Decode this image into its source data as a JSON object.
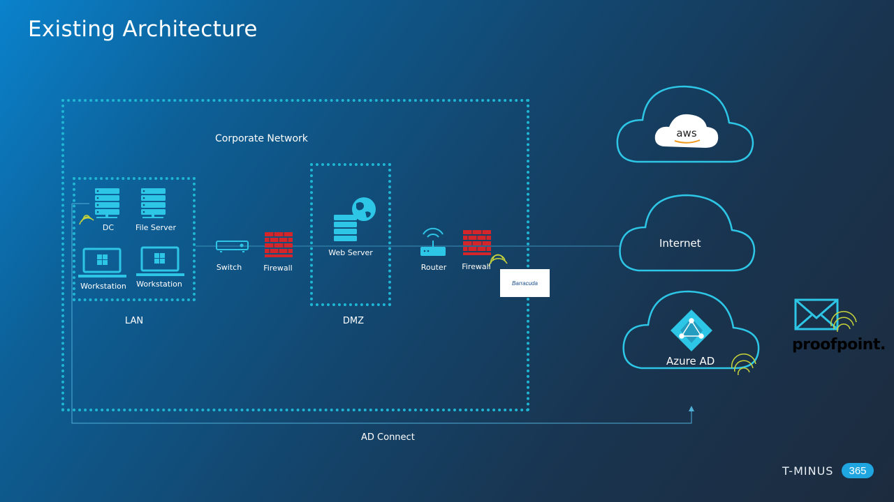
{
  "slide": {
    "title": "Existing Architecture"
  },
  "diagram": {
    "corporate_network_label": "Corporate Network",
    "lan": {
      "label": "LAN",
      "nodes": [
        "DC",
        "File Server",
        "Workstation",
        "Workstation"
      ]
    },
    "switch_label": "Switch",
    "firewall_inner_label": "Firewall",
    "dmz": {
      "label": "DMZ",
      "web_server_label": "Web Server"
    },
    "router_label": "Router",
    "firewall_outer_label": "Firewall",
    "barracuda_label": "Barracuda",
    "clouds": {
      "aws": "aws",
      "internet": "Internet",
      "azure_ad": "Azure AD"
    },
    "proofpoint_label": "proofpoint.",
    "ad_connect_label": "AD Connect"
  },
  "branding": {
    "name": "T-MINUS",
    "number": "365"
  },
  "colors": {
    "accent": "#1fb6d4",
    "icon": "#2ec6e6",
    "firewall": "#d4262a",
    "wifi": "#c8d43a"
  }
}
